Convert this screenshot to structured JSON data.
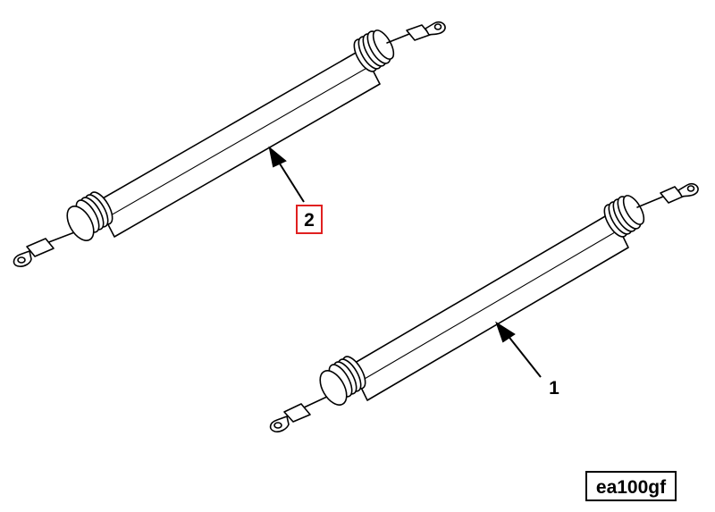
{
  "diagram": {
    "reference_code": "ea100gf",
    "parts": [
      {
        "callout": "1"
      },
      {
        "callout": "2",
        "highlighted": true
      }
    ],
    "colors": {
      "line": "#000000",
      "background": "#ffffff",
      "highlight": "#e02020"
    }
  }
}
